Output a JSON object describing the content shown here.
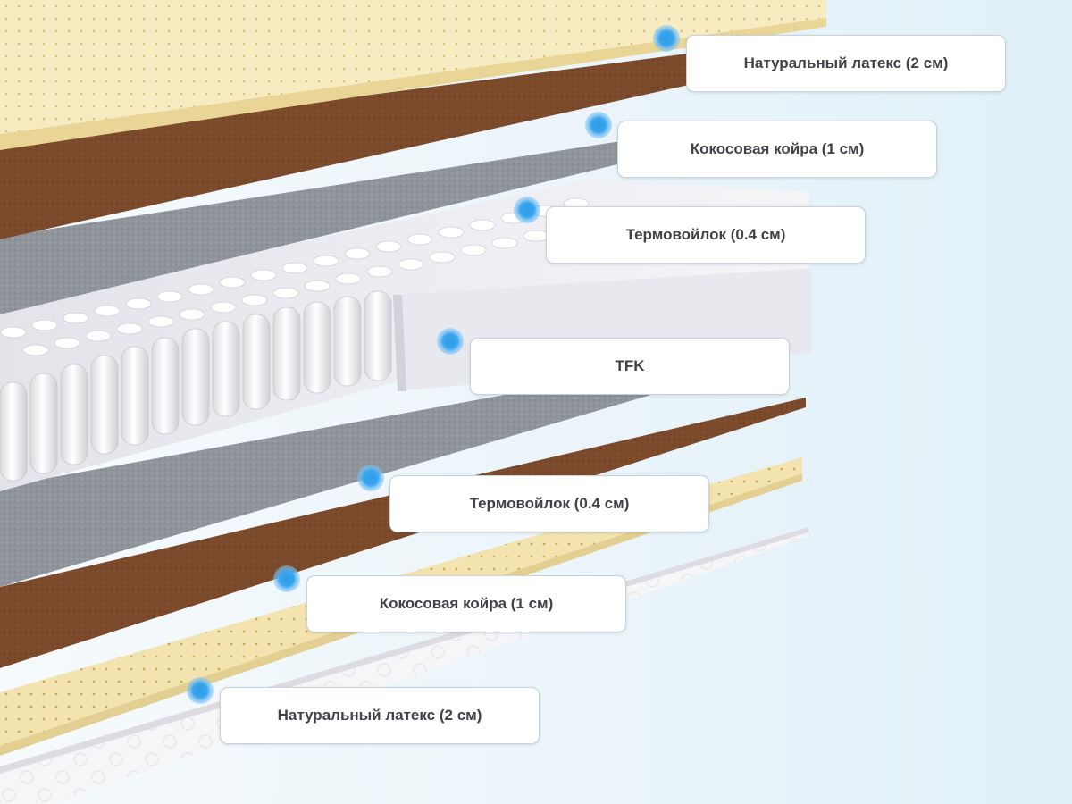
{
  "layers": [
    {
      "label": "Натуральный латекс (2 см)",
      "material": "latex"
    },
    {
      "label": "Кокосовая койра (1 см)",
      "material": "coir"
    },
    {
      "label": "Термовойлок (0.4 см)",
      "material": "felt"
    },
    {
      "label": "TFK",
      "material": "springs"
    },
    {
      "label": "Термовойлок (0.4 см)",
      "material": "felt"
    },
    {
      "label": "Кокосовая койра (1 см)",
      "material": "coir"
    },
    {
      "label": "Натуральный латекс (2 см)",
      "material": "latex"
    }
  ],
  "colors": {
    "latex": "#f6e9bd",
    "coir": "#7a4a2c",
    "felt": "#8d9298",
    "springs": "#f2f2f4",
    "cover": "#f5f5f7",
    "marker": "#3aa5ee",
    "label_text": "#3f4347",
    "background": "#eef6fa"
  }
}
